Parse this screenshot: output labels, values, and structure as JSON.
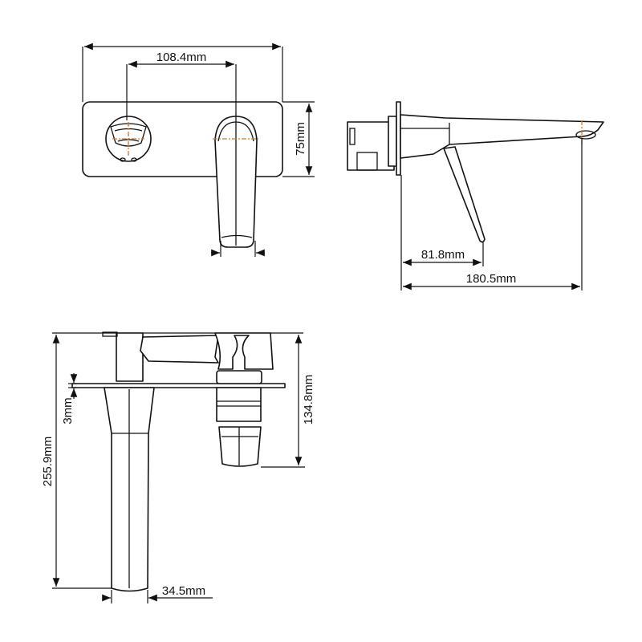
{
  "dimensions": {
    "front_center_distance": "108.4mm",
    "front_plate_height": "75mm",
    "side_lever_reach": "81.8mm",
    "side_spout_reach": "180.5mm",
    "plan_body_depth": "134.8mm",
    "plan_plate_thickness": "3mm",
    "plan_total_length": "255.9mm",
    "plan_spout_width": "34.5mm"
  },
  "colors": {
    "line": "#111111",
    "centerline": "#c87a2a",
    "background": "#ffffff"
  }
}
